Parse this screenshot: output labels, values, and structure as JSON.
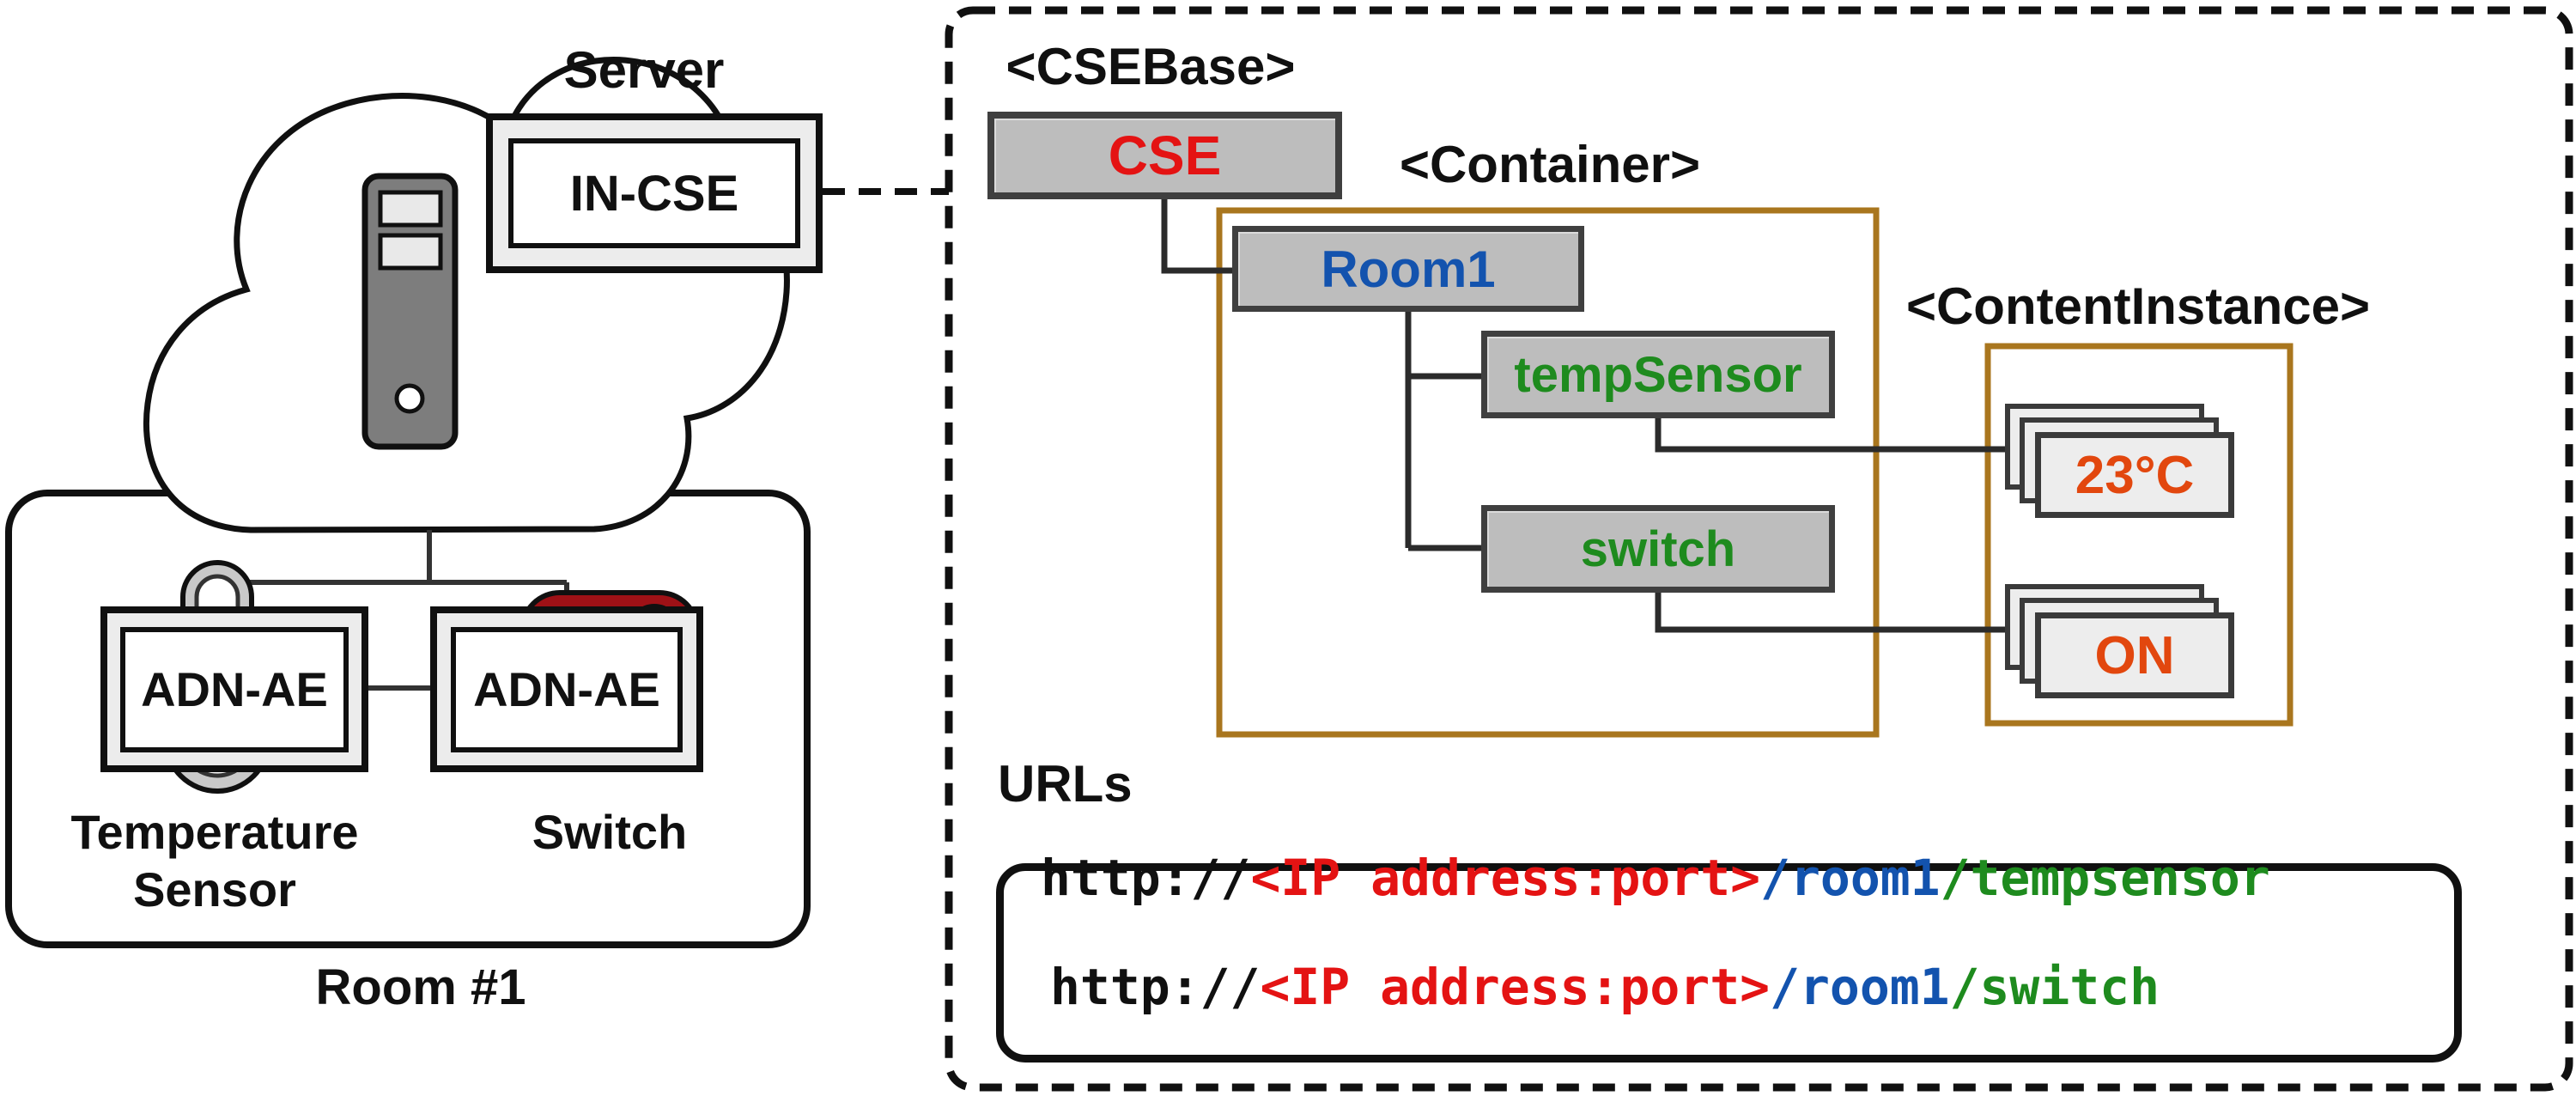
{
  "figure": {
    "type": "oneM2M IoT architecture and resource-tree diagram"
  },
  "left_diagram": {
    "server_label": "Server",
    "in_cse_label": "IN-CSE",
    "adn_ae_left_label": "ADN-AE",
    "adn_ae_right_label": "ADN-AE",
    "temp_sensor_label_line1": "Temperature",
    "temp_sensor_label_line2": "Sensor",
    "switch_label": "Switch",
    "room_label": "Room #1",
    "icons": [
      {
        "name": "cloud-icon"
      },
      {
        "name": "server-tower-icon"
      },
      {
        "name": "thermometer-icon"
      },
      {
        "name": "toggle-on-red-icon"
      },
      {
        "name": "toggle-off-green-icon"
      }
    ]
  },
  "resource_tree": {
    "csebase_tag": "<CSEBase>",
    "cse_label": "CSE",
    "container_tag": "<Container>",
    "room1_label": "Room1",
    "tempsensor_label": "tempSensor",
    "switch_label": "switch",
    "contentinstance_tag": "<ContentInstance>",
    "temp_value": "23°C",
    "switch_value": "ON"
  },
  "urls": {
    "heading": "URLs",
    "lines": [
      {
        "scheme": "http://",
        "host": "<IP address:port>",
        "container": "/room1",
        "resource": "/tempsensor"
      },
      {
        "scheme": "http://",
        "host": "<IP address:port>",
        "container": "/room1",
        "resource": "/switch"
      }
    ]
  },
  "colors": {
    "box_gray": "#bdbdbd",
    "box_border": "#3f3f3f",
    "brown": "#a9761e",
    "red_text": "#e41313",
    "blue_text": "#1353ae",
    "green_text": "#1e8b1e",
    "orange_text": "#e2470e",
    "toggle_red": "#9e1116",
    "toggle_green": "#0b8a10",
    "thermo_red": "#a51518"
  }
}
